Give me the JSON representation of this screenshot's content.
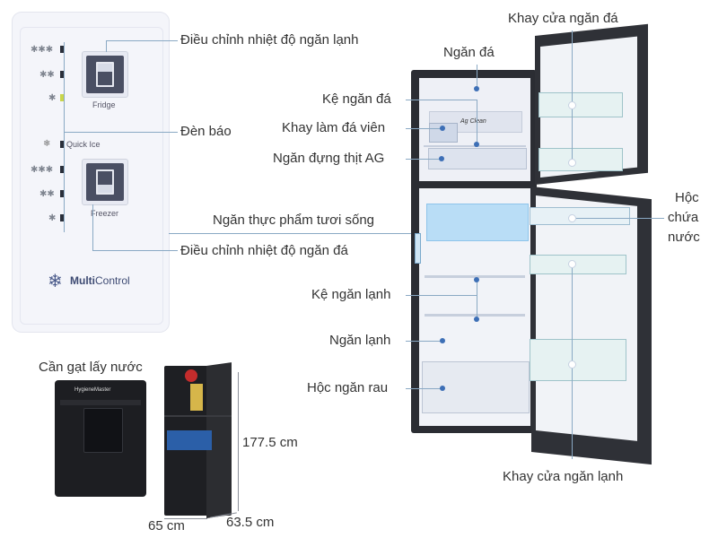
{
  "panel": {
    "fridge_button": "Fridge",
    "freezer_button": "Freezer",
    "quick_ice": "Quick Ice",
    "brand_prefix": "Multi",
    "brand_suffix": "Control",
    "stars3": "✱✱✱",
    "stars2": "✱✱",
    "stars1": "✱"
  },
  "labels": {
    "fridge_temp_control": "Điều chỉnh nhiệt độ ngăn lạnh",
    "indicator_light": "Đèn báo",
    "fresh_food_compartment": "Ngăn thực phẩm tươi sống",
    "freezer_temp_control": "Điều chỉnh nhiệt độ ngăn đá",
    "freezer_compartment": "Ngăn đá",
    "freezer_shelf": "Kệ ngăn đá",
    "ice_tray": "Khay làm đá viên",
    "ag_meat_compartment": "Ngăn đựng thịt AG",
    "fridge_shelf": "Kệ ngăn lạnh",
    "fridge_compartment": "Ngăn lạnh",
    "vegetable_drawer": "Hộc ngăn rau",
    "freezer_door_tray": "Khay cửa ngăn đá",
    "water_box_line1": "Hộc",
    "water_box_line2": "chứa",
    "water_box_line3": "nước",
    "fridge_door_tray": "Khay cửa ngăn lạnh",
    "water_lever": "Cần gạt lấy nước"
  },
  "dimensions": {
    "height": "177.5 cm",
    "width": "65 cm",
    "depth": "63.5 cm"
  },
  "fridge_inner_text": {
    "ag_clean": "Ag Clean",
    "hygiene_master": "HygieneMaster"
  },
  "colors": {
    "accent_blue": "#3d6fb6",
    "fridge_body": "#2b2d33",
    "interior": "#eef0f6",
    "fresh_zone": "#b9ddf6"
  }
}
